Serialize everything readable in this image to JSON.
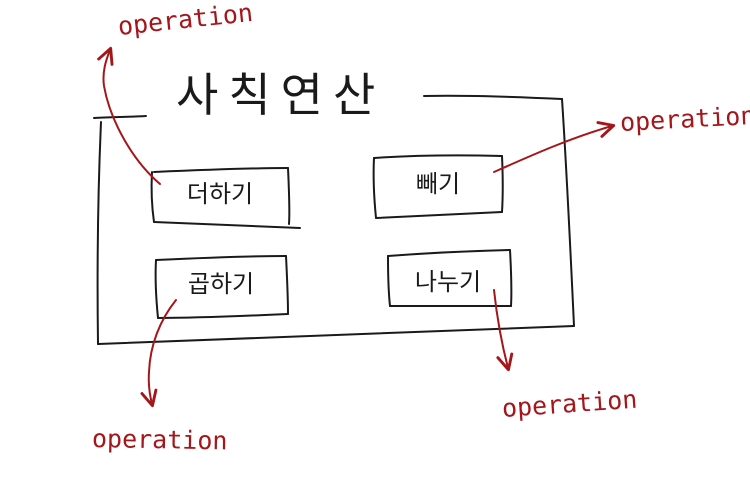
{
  "frame": {
    "title": "사칙연산"
  },
  "buttons": {
    "add": "더하기",
    "subtract": "빼기",
    "multiply": "곱하기",
    "divide": "나누기"
  },
  "annotations": {
    "top_left": "operation",
    "top_right": "operation",
    "bottom_left": "operation",
    "bottom_right": "operation"
  },
  "colors": {
    "ink": "#1a1a1a",
    "annotation": "#a4161a"
  }
}
